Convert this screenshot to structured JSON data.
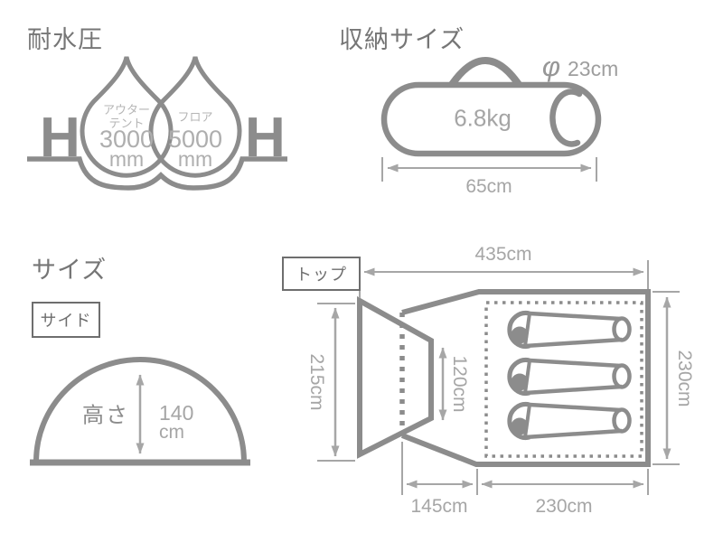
{
  "colors": {
    "outline": "#8c8c8c",
    "dimension": "#a6a6a6",
    "title": "#767676",
    "light_text": "#b5b5b5"
  },
  "water_resistance": {
    "title": "耐水圧",
    "h_symbol": "H",
    "drops": [
      {
        "label_line1": "アウター",
        "label_line2": "テント",
        "value": "3000",
        "unit": "mm"
      },
      {
        "label_line1": "フロア",
        "label_line2": "",
        "value": "5000",
        "unit": "mm"
      }
    ]
  },
  "storage": {
    "title": "収納サイズ",
    "weight": "6.8kg",
    "diameter_symbol": "φ",
    "diameter_value": "23cm",
    "length": "65cm"
  },
  "size": {
    "title": "サイズ",
    "side_view": {
      "tag": "サイド",
      "height_label": "高さ",
      "height_value": "140",
      "height_unit": "cm"
    },
    "top_view": {
      "tag": "トップ",
      "total_length": "435cm",
      "front_width": "215cm",
      "door_width": "120cm",
      "body_width": "230cm",
      "vestibule_length": "145cm",
      "body_length": "230cm"
    }
  }
}
